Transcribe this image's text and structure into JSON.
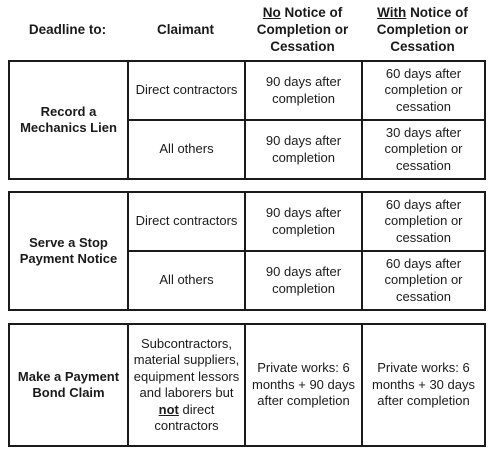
{
  "header": {
    "deadline": "Deadline to:",
    "claimant": "Claimant",
    "no_notice_u": "No",
    "no_notice_rest": "Notice of Completion or Cessation",
    "with_notice_u": "With",
    "with_notice_rest": "Notice of Completion or Cessation"
  },
  "groups": [
    {
      "action": "Record a Mechanics Lien",
      "color": "#d6394a",
      "rows": [
        {
          "claimant": "Direct contractors",
          "no_notice": "90 days after completion",
          "with_notice": "60 days after completion or cessation"
        },
        {
          "claimant": "All others",
          "no_notice": "90 days after completion",
          "with_notice": "30 days after completion or cessation"
        }
      ]
    },
    {
      "action": "Serve a Stop Payment Notice",
      "color": "#8cc63f",
      "rows": [
        {
          "claimant": "Direct contractors",
          "no_notice": "90 days after completion",
          "with_notice": "60 days after completion or cessation"
        },
        {
          "claimant": "All others",
          "no_notice": "90 days after completion",
          "with_notice": "60 days after completion or cessation"
        }
      ]
    },
    {
      "action": "Make a Payment Bond Claim",
      "color": "#3b8fd0",
      "rows": [
        {
          "claimant_pre": "Subcontractors, material suppliers, equipment lessors and laborers but",
          "claimant_not": "not",
          "claimant_post": "direct contractors",
          "no_notice": "Private works: 6 months + 90 days after completion",
          "with_notice": "Private works: 6 months + 30 days after completion"
        }
      ]
    }
  ]
}
